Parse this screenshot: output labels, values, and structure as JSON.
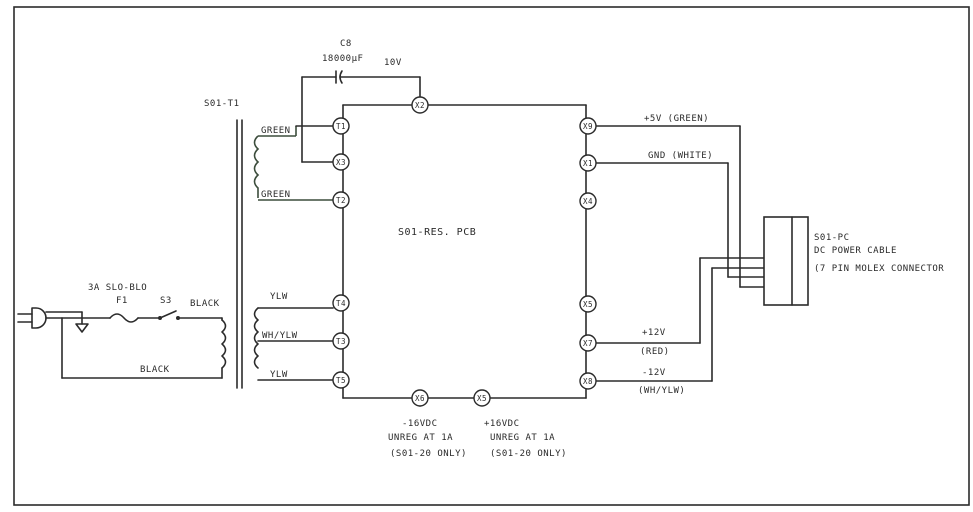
{
  "capacitor": {
    "ref": "C8",
    "value": "18000µF",
    "voltage": "10V"
  },
  "transformer": {
    "ref": "S01-T1"
  },
  "pcb": {
    "label": "S01-RES. PCB"
  },
  "terminals": [
    "T1",
    "X3",
    "T2",
    "X2",
    "T4",
    "T3",
    "T5",
    "X9",
    "X1",
    "X4",
    "X5",
    "X7",
    "X8",
    "X6",
    "X5"
  ],
  "wires": {
    "green_top": "GREEN",
    "green_bottom": "GREEN",
    "ylw_top": "YLW",
    "wh_ylw": "WH/YLW",
    "ylw_bottom": "YLW",
    "black_top": "BLACK",
    "black_bottom": "BLACK",
    "plus5": "+5V (GREEN)",
    "gnd": "GND (WHITE)",
    "plus12": "+12V",
    "red": "(RED)",
    "minus12": "-12V",
    "wh_ylw_out": "(WH/YLW)"
  },
  "fuse": {
    "rating": "3A SLO-BLO",
    "ref": "F1"
  },
  "switch": {
    "ref": "S3"
  },
  "outputs": {
    "left_voltage": "-16VDC",
    "left_unreg": "UNREG AT 1A",
    "left_note": "(S01-20 ONLY)",
    "right_voltage": "+16VDC",
    "right_unreg": "UNREG AT 1A",
    "right_note": "(S01-20 ONLY)"
  },
  "cable": {
    "ref": "S01-PC",
    "name": "DC POWER CABLE",
    "connector": "(7 PIN MOLEX CONNECTOR"
  }
}
